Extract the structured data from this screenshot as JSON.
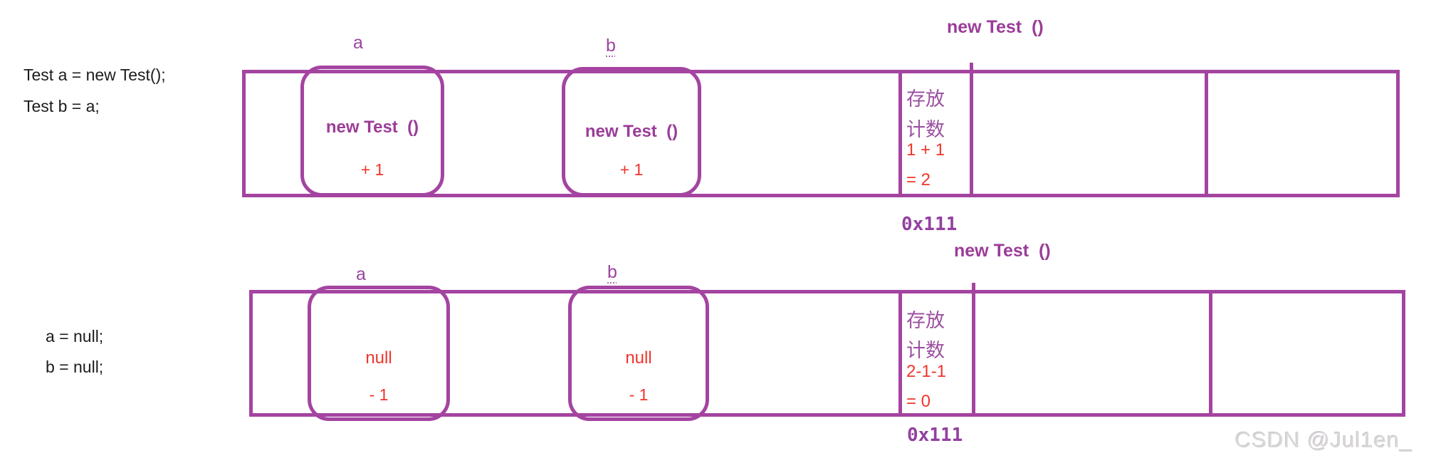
{
  "colors": {
    "border_purple": "#a444a1",
    "text_purple": "#9b3c98",
    "cjk_purple": "#9b51a1",
    "red": "#f0352c",
    "code_black": "#1c1c1c",
    "watermark_gray": "#dad7da"
  },
  "scenes": [
    {
      "code": [
        "Test a = new Test();",
        "Test b = a;"
      ],
      "heap_object_label": "new Test  ()",
      "address": "0x111",
      "references": [
        {
          "label": "a",
          "value": "new Test  ()",
          "count_change": "+ 1"
        },
        {
          "label": "b",
          "value": "new Test  ()",
          "count_change": "+ 1"
        }
      ],
      "counter_cell": {
        "title_line1": "存放",
        "title_line2": "计数",
        "calculation": "1 + 1",
        "result": "= 2"
      }
    },
    {
      "code": [
        "a = null;",
        "b = null;"
      ],
      "heap_object_label": "new Test  ()",
      "address": "0x111",
      "references": [
        {
          "label": "a",
          "value": "null",
          "count_change": "- 1"
        },
        {
          "label": "b",
          "value": "null",
          "count_change": "- 1"
        }
      ],
      "counter_cell": {
        "title_line1": "存放",
        "title_line2": "计数",
        "calculation": "2-1-1",
        "result": "= 0"
      }
    }
  ],
  "watermark": "CSDN @Jul1en_"
}
